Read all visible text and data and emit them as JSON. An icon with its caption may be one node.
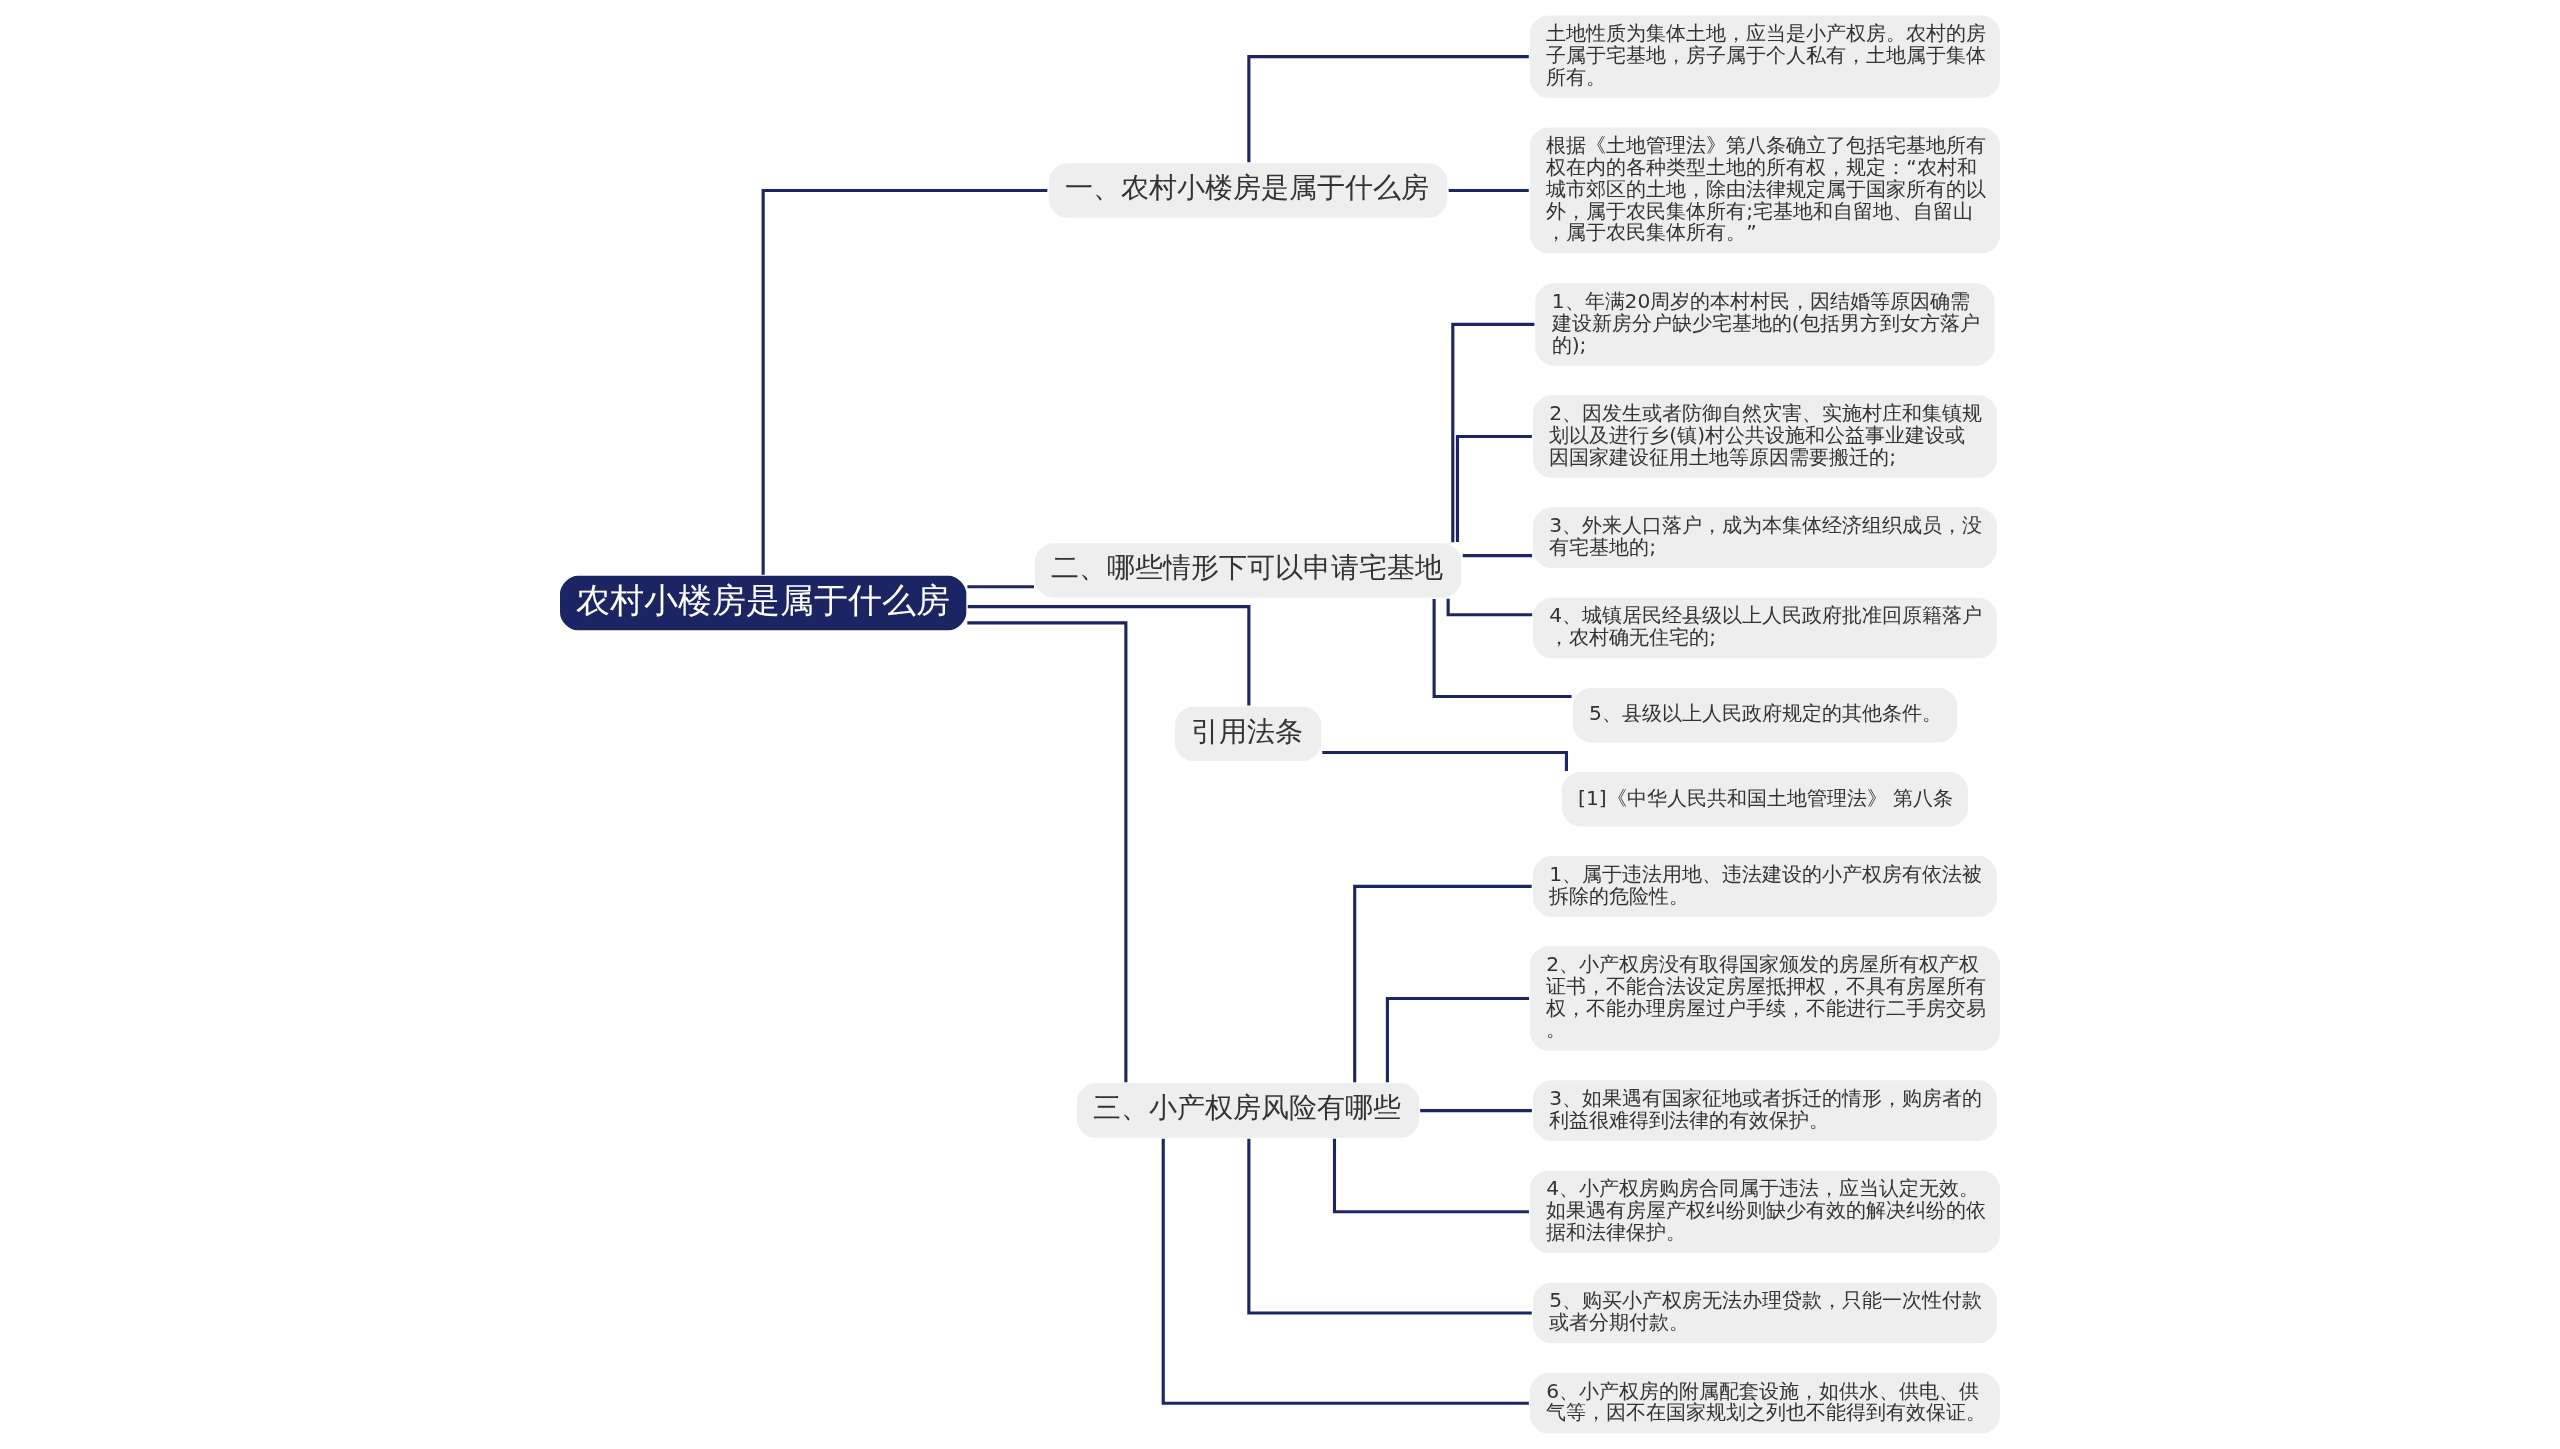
{
  "diagram": {
    "nodes": [
      {
        "text": [
          "农村小楼房是属于什么房"
        ]
      },
      {
        "text": [
          "一、农村小楼房是属于什么房"
        ]
      },
      {
        "text": [
          "土地性质为集体土地，应当是小产权房。农村的房子属于宅基地，房子属于个人私有，土地属于集体所有。"
        ]
      },
      {
        "text": [
          "根据《土地管理法》第八条确立了包括宅基地所有权在内的各种类型土地的所有权，规定：“农村和城市郊区的土地，除由法律规定属于国家所有的以外，属于农民集体所有;宅基地和自留地、自留山，属于农民集体所有。”"
        ]
      },
      {
        "text": [
          "二、哪些情形下可以申请宅基地"
        ]
      },
      {
        "text": [
          "1、年满20周岁的本村村民，因结婚等原因确需建设新房分户缺少宅基地的(包括男方到女方落户的);"
        ]
      },
      {
        "text": [
          "2、因发生或者防御自然灾害、实施村庄和集镇规划以及进行乡(镇)村公共设施和公益事业建设或因国家建设征用土地等原因需要搬迁的;"
        ]
      },
      {
        "text": [
          "3、外来人口落户，成为本集体经济组织成员，没有宅基地的;"
        ]
      },
      {
        "text": [
          "4、城镇居民经县级以上人民政府批准回原籍落户，农村确无住宅的;"
        ]
      },
      {
        "text": [
          "5、县级以上人民政府规定的其他条件。"
        ]
      },
      {
        "text": [
          "引用法条"
        ]
      },
      {
        "text": [
          "[1]《中华人民共和国土地管理法》 第八条"
        ]
      },
      {
        "text": [
          "三、小产权房风险有哪些"
        ]
      },
      {
        "text": [
          "1、属于违法用地、违法建设的小产权房有依法被拆除的危险性。"
        ]
      },
      {
        "text": [
          "2、小产权房没有取得国家颁发的房屋所有权产权证书，不能合法设定房屋抵押权，不具有房屋所有权，不能办理房屋过户手续，不能进行二手房交易。"
        ]
      },
      {
        "text": [
          "3、如果遇有国家征地或者拆迁的情形，购房者的利益很难得到法律的有效保护。"
        ]
      },
      {
        "text": [
          "4、小产权房购房合同属于违法，应当认定无效。如果遇有房屋产权纠纷则缺少有效的解决纠纷的依据和法律保护。"
        ]
      },
      {
        "text": [
          "5、购买小产权房无法办理贷款，只能一次性付款或者分期付款。"
        ]
      },
      {
        "text": [
          "6、小产权房的附属配套设施，如供水、供电、供气等，因不在国家规划之列也不能得到有效保证。"
        ]
      }
    ],
    "edges": [
      {
        "from": 0,
        "to": 1,
        "arrow": "none"
      },
      {
        "from": 1,
        "to": 2,
        "arrow": "none"
      },
      {
        "from": 1,
        "to": 3,
        "arrow": "none"
      },
      {
        "from": 0,
        "to": 4,
        "arrow": "none"
      },
      {
        "from": 4,
        "to": 5,
        "arrow": "none"
      },
      {
        "from": 4,
        "to": 6,
        "arrow": "none"
      },
      {
        "from": 4,
        "to": 7,
        "arrow": "none"
      },
      {
        "from": 4,
        "to": 8,
        "arrow": "none"
      },
      {
        "from": 4,
        "to": 9,
        "arrow": "none"
      },
      {
        "from": 0,
        "to": 10,
        "arrow": "none"
      },
      {
        "from": 10,
        "to": 11,
        "arrow": "none"
      },
      {
        "from": 0,
        "to": 12,
        "arrow": "none"
      },
      {
        "from": 12,
        "to": 13,
        "arrow": "none"
      },
      {
        "from": 12,
        "to": 14,
        "arrow": "none"
      },
      {
        "from": 12,
        "to": 15,
        "arrow": "none"
      },
      {
        "from": 12,
        "to": 16,
        "arrow": "none"
      },
      {
        "from": 12,
        "to": 17,
        "arrow": "none"
      },
      {
        "from": 12,
        "to": 18,
        "arrow": "none"
      }
    ]
  }
}
